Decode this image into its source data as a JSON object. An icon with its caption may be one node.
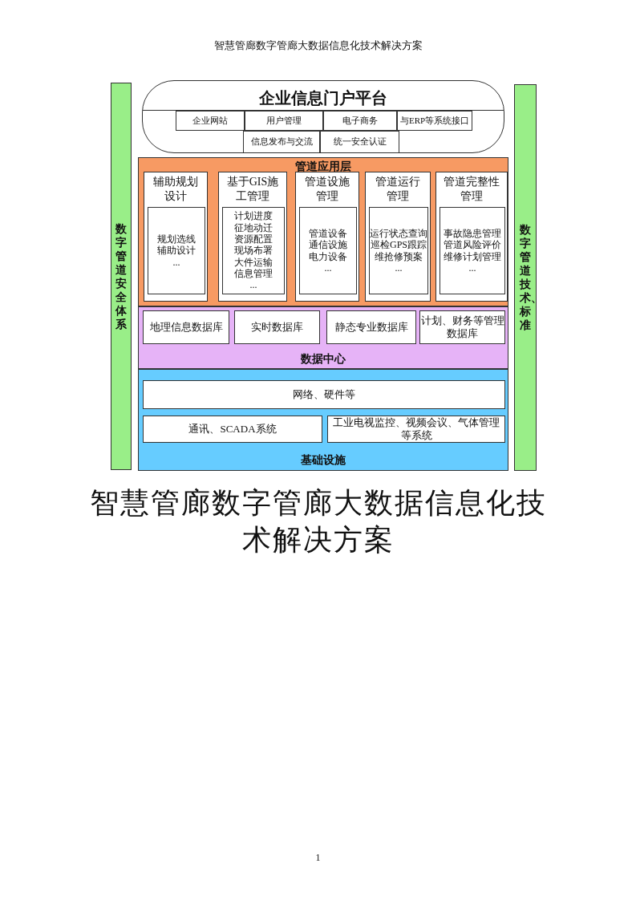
{
  "diagram": {
    "title": "智慧管廊数字管廊大数据信息化技术解决方案",
    "nodes": [
      {
        "text": [
          "数字管道安全体系"
        ]
      },
      {
        "text": [
          "企业信息门户平台"
        ]
      },
      {
        "text": [
          "企业网站"
        ],
        "in": 1
      },
      {
        "text": [
          "用户管理"
        ],
        "in": 1
      },
      {
        "text": [
          "电子商务"
        ],
        "in": 1
      },
      {
        "text": [
          "与ERP等系统接口"
        ],
        "in": 1
      },
      {
        "text": [
          "信息发布与交流"
        ],
        "in": 1
      },
      {
        "text": [
          "统一安全认证"
        ],
        "in": 1
      },
      {
        "text": [
          "管道应用层"
        ]
      },
      {
        "text": [
          "辅助规划设计"
        ],
        "in": 8
      },
      {
        "text": [
          "规划选线",
          "辅助设计",
          "..."
        ],
        "in": 9
      },
      {
        "text": [
          "基于GIS施工管理"
        ],
        "in": 8
      },
      {
        "text": [
          "计划进度",
          "征地动迁",
          "资源配置",
          "现场布署",
          "大件运输",
          "信息管理",
          "..."
        ],
        "in": 11
      },
      {
        "text": [
          "管道设施管理"
        ],
        "in": 8
      },
      {
        "text": [
          "管道设备",
          "通信设施",
          "电力设备",
          "..."
        ],
        "in": 13
      },
      {
        "text": [
          "管道运行管理"
        ],
        "in": 8
      },
      {
        "text": [
          "运行状态查询",
          "巡检GPS跟踪",
          "维抢修预案",
          "..."
        ],
        "in": 15
      },
      {
        "text": [
          "管道完整性管理"
        ],
        "in": 8
      },
      {
        "text": [
          "事故隐患管理",
          "管道风险评价",
          "维修计划管理",
          "..."
        ],
        "in": 17
      },
      {
        "text": [
          "数据中心"
        ]
      },
      {
        "text": [
          "地理信息数据库"
        ],
        "in": 19
      },
      {
        "text": [
          "实时数据库"
        ],
        "in": 19
      },
      {
        "text": [
          "静态专业数据库"
        ],
        "in": 19
      },
      {
        "text": [
          "计划、财务等管理数据库"
        ],
        "in": 19
      },
      {
        "text": [
          "基础设施"
        ]
      },
      {
        "text": [
          "网络、硬件等"
        ],
        "in": 24
      },
      {
        "text": [
          "通讯、SCADA系统"
        ],
        "in": 24
      },
      {
        "text": [
          "工业电视监控、视频会议、气体管理等系统"
        ],
        "in": 24
      },
      {
        "text": [
          "数字管道技术、标准"
        ]
      }
    ],
    "edges": [],
    "labels": [
      "智慧管廊数字管廊大数据信息化技术解决方案",
      "1"
    ]
  }
}
